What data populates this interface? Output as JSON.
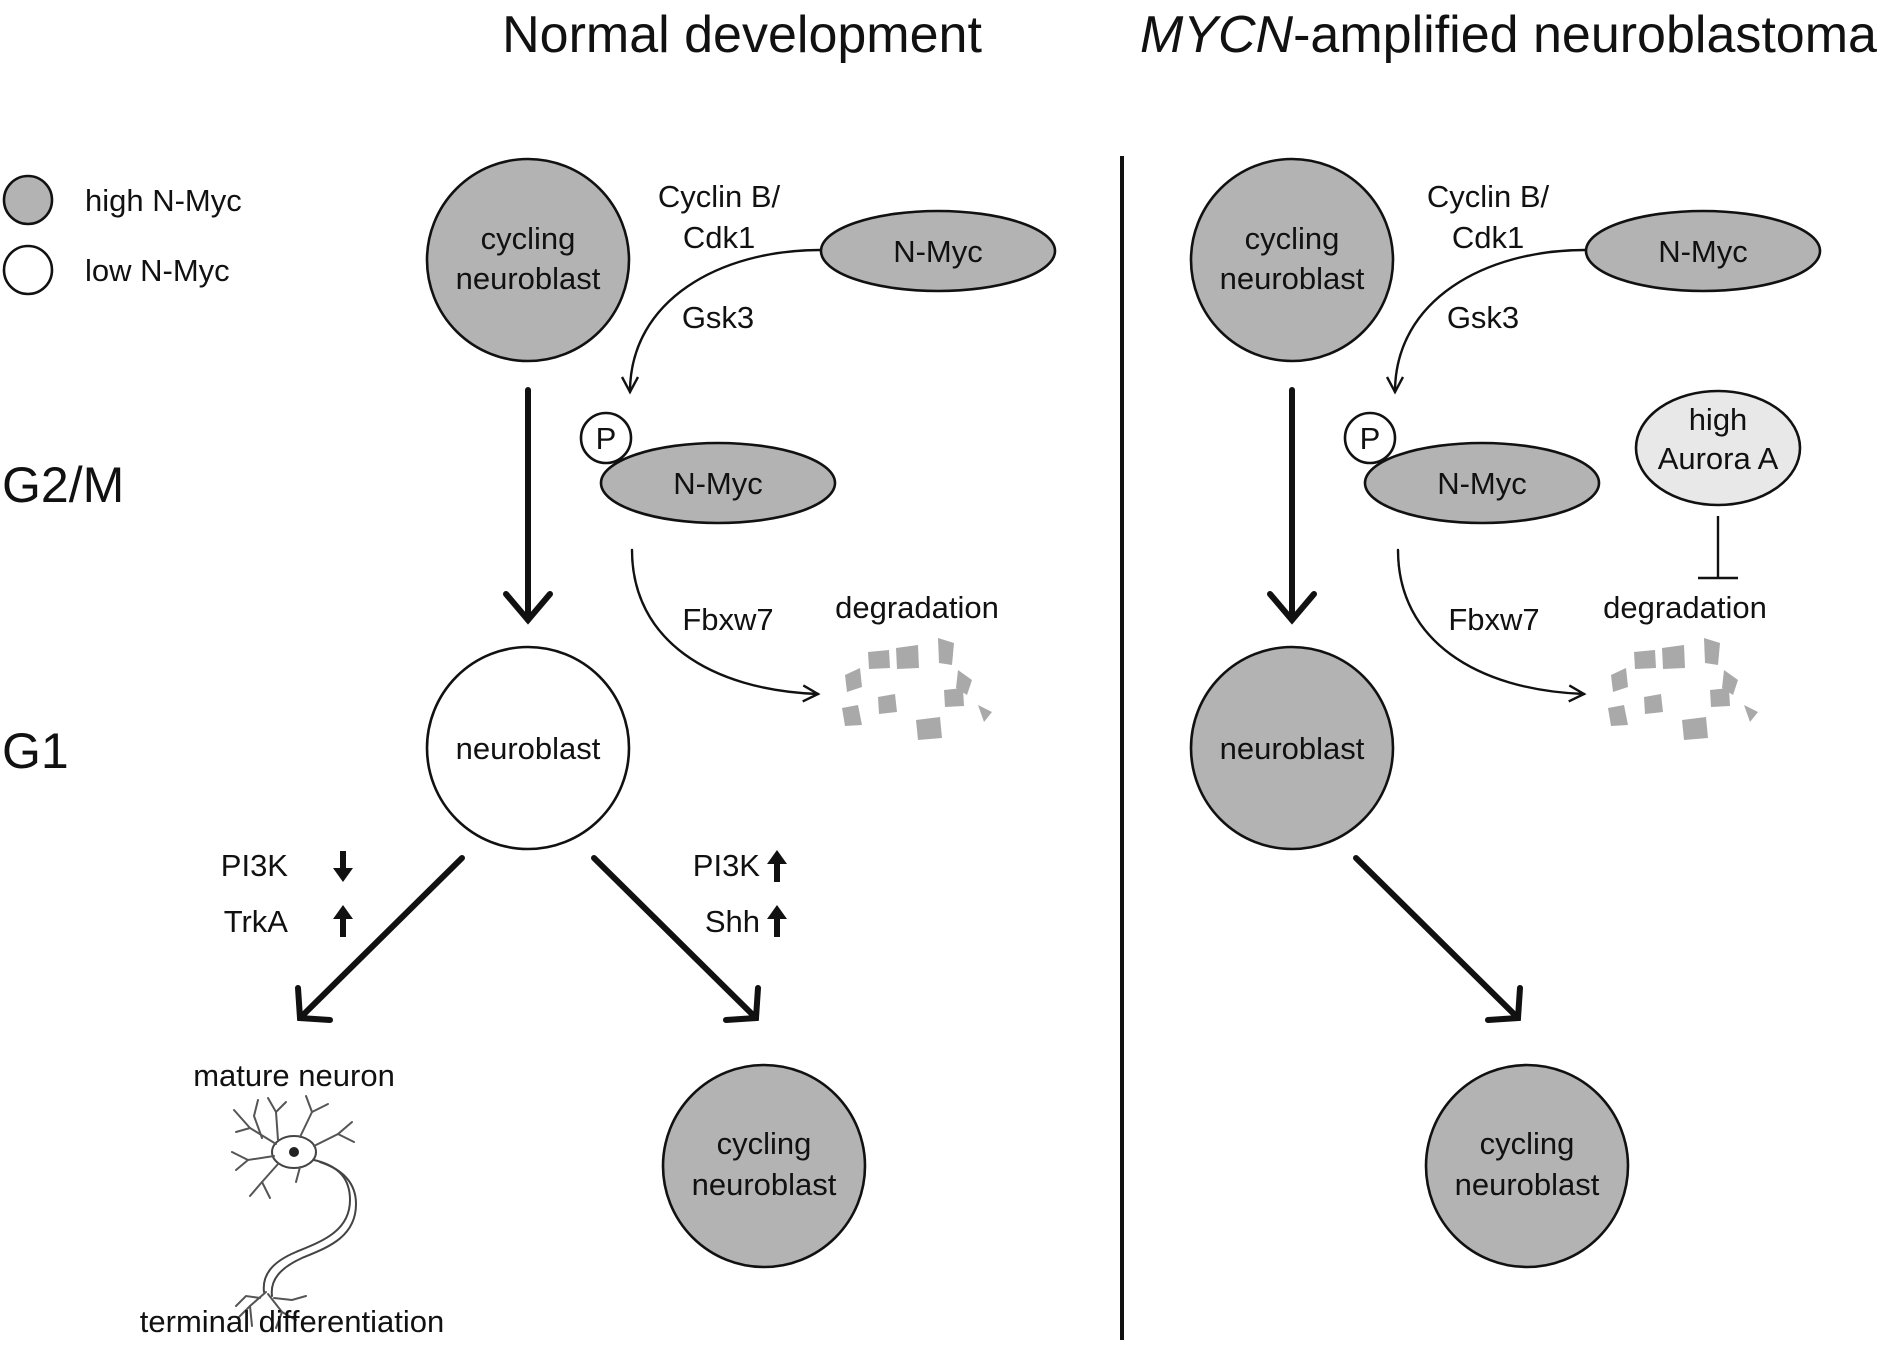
{
  "headers": {
    "normal": "Normal development",
    "amplified_italic": "MYCN",
    "amplified_rest": "-amplified neuroblastoma"
  },
  "legend": {
    "high": "high N-Myc",
    "low": "low N-Myc"
  },
  "phases": {
    "g2m": "G2/M",
    "g1": "G1"
  },
  "colors": {
    "high_fill": "#b3b3b3",
    "low_fill": "#ffffff",
    "aurora_fill": "#e8e8e8",
    "fragment": "#a9a9a9"
  },
  "normal": {
    "cycling_top": [
      "cycling",
      "neuroblast"
    ],
    "kinase": [
      "Cyclin B/",
      "Cdk1"
    ],
    "nmyc": "N-Myc",
    "gsk3": "Gsk3",
    "phospho": "P",
    "nmyc_p": "N-Myc",
    "fbxw7": "Fbxw7",
    "degradation": "degradation",
    "neuroblast": "neuroblast",
    "pi3k_down": "PI3K",
    "trka_up": "TrkA",
    "pi3k_up": "PI3K",
    "shh_up": "Shh",
    "mature_neuron": "mature neuron",
    "terminal_diff": "terminal differentiation",
    "cycling_bottom": [
      "cycling",
      "neuroblast"
    ]
  },
  "amplified": {
    "cycling_top": [
      "cycling",
      "neuroblast"
    ],
    "kinase": [
      "Cyclin B/",
      "Cdk1"
    ],
    "nmyc": "N-Myc",
    "gsk3": "Gsk3",
    "phospho": "P",
    "nmyc_p": "N-Myc",
    "aurora": [
      "high",
      "Aurora A"
    ],
    "fbxw7": "Fbxw7",
    "degradation": "degradation",
    "neuroblast": "neuroblast",
    "cycling_bottom": [
      "cycling",
      "neuroblast"
    ]
  }
}
